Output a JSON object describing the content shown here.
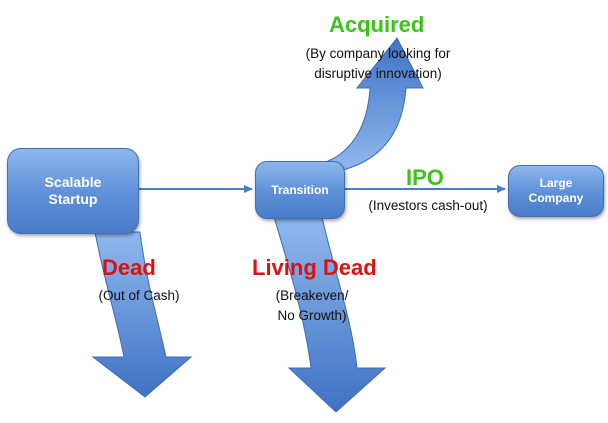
{
  "colors": {
    "arrow_fill_top": "#8fb8ef",
    "arrow_fill_bottom": "#3f72c2",
    "connector": "#4a7cc8",
    "node_fill": "#5e8fd8",
    "success_text": "#3ec21c",
    "failure_text": "#dd1111"
  },
  "nodes": {
    "startup": "Scalable\nStartup",
    "transition": "Transition",
    "large_company": "Large\nCompany"
  },
  "outcomes": {
    "acquired": {
      "title": "Acquired",
      "note": "(By company looking for\ndisruptive innovation)"
    },
    "ipo": {
      "title": "IPO",
      "note": "(Investors cash-out)"
    },
    "dead": {
      "title": "Dead",
      "note": "(Out of Cash)"
    },
    "living_dead": {
      "title": "Living Dead",
      "note": "(Breakeven/\nNo Growth)"
    }
  }
}
